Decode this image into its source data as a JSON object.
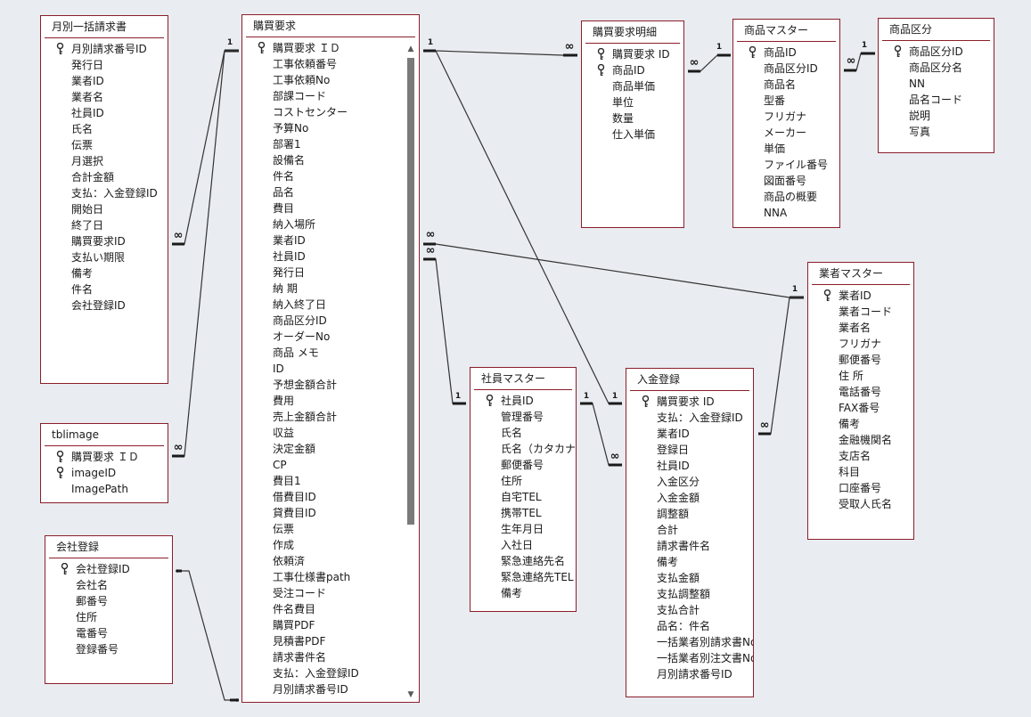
{
  "tables": [
    {
      "id": "monthly",
      "title": "月別一括請求書",
      "fields": [
        {
          "name": "月別請求番号ID",
          "key": true
        },
        {
          "name": "発行日"
        },
        {
          "name": "業者ID"
        },
        {
          "name": "業者名"
        },
        {
          "name": "社員ID"
        },
        {
          "name": "氏名"
        },
        {
          "name": "伝票"
        },
        {
          "name": "月選択"
        },
        {
          "name": "合計金額"
        },
        {
          "name": "支払：入金登録ID"
        },
        {
          "name": "開始日"
        },
        {
          "name": "終了日"
        },
        {
          "name": "購買要求ID"
        },
        {
          "name": "支払い期限"
        },
        {
          "name": "備考"
        },
        {
          "name": "件名"
        },
        {
          "name": "会社登録ID"
        }
      ]
    },
    {
      "id": "tblimage",
      "title": "tblimage",
      "fields": [
        {
          "name": "購買要求 ＩＤ",
          "key": true
        },
        {
          "name": "imageID",
          "key": true
        },
        {
          "name": "ImagePath"
        }
      ]
    },
    {
      "id": "company",
      "title": "会社登録",
      "fields": [
        {
          "name": "会社登録ID",
          "key": true
        },
        {
          "name": "会社名"
        },
        {
          "name": "郵番号"
        },
        {
          "name": "住所"
        },
        {
          "name": "電番号"
        },
        {
          "name": "登録番号"
        }
      ]
    },
    {
      "id": "purchase",
      "title": "購買要求",
      "fields": [
        {
          "name": "購買要求 ＩＤ",
          "key": true
        },
        {
          "name": "工事依頼番号"
        },
        {
          "name": "工事依頼No"
        },
        {
          "name": "部課コード"
        },
        {
          "name": "コストセンター"
        },
        {
          "name": "予算No"
        },
        {
          "name": "部署1"
        },
        {
          "name": "設備名"
        },
        {
          "name": "件名"
        },
        {
          "name": "品名"
        },
        {
          "name": "費目"
        },
        {
          "name": "納入場所"
        },
        {
          "name": "業者ID"
        },
        {
          "name": "社員ID"
        },
        {
          "name": "発行日"
        },
        {
          "name": "納 期"
        },
        {
          "name": "納入終了日"
        },
        {
          "name": "商品区分ID"
        },
        {
          "name": "オーダーNo"
        },
        {
          "name": "商品 メモ"
        },
        {
          "name": "ID"
        },
        {
          "name": "予想金額合計"
        },
        {
          "name": "費用"
        },
        {
          "name": "売上金額合計"
        },
        {
          "name": "収益"
        },
        {
          "name": "決定金額"
        },
        {
          "name": "CP"
        },
        {
          "name": "費目1"
        },
        {
          "name": "借費目ID"
        },
        {
          "name": "貸費目ID"
        },
        {
          "name": "伝票"
        },
        {
          "name": "作成"
        },
        {
          "name": "依頼済"
        },
        {
          "name": "工事仕様書path"
        },
        {
          "name": "受注コード"
        },
        {
          "name": "件名費目"
        },
        {
          "name": "購買PDF"
        },
        {
          "name": "見積書PDF"
        },
        {
          "name": "請求書件名"
        },
        {
          "name": "支払：入金登録ID"
        },
        {
          "name": "月別請求番号ID"
        }
      ]
    },
    {
      "id": "detail",
      "title": "購買要求明細",
      "fields": [
        {
          "name": "購買要求 ID",
          "key": true
        },
        {
          "name": "商品ID",
          "key": true
        },
        {
          "name": "商品単価"
        },
        {
          "name": "単位"
        },
        {
          "name": "数量"
        },
        {
          "name": "仕入単価"
        }
      ]
    },
    {
      "id": "product",
      "title": "商品マスター",
      "fields": [
        {
          "name": "商品ID",
          "key": true
        },
        {
          "name": "商品区分ID"
        },
        {
          "name": "商品名"
        },
        {
          "name": "型番"
        },
        {
          "name": "フリガナ"
        },
        {
          "name": "メーカー"
        },
        {
          "name": "単価"
        },
        {
          "name": "ファイル番号"
        },
        {
          "name": "図面番号"
        },
        {
          "name": "商品の概要"
        },
        {
          "name": "NNA"
        }
      ]
    },
    {
      "id": "category",
      "title": "商品区分",
      "fields": [
        {
          "name": "商品区分ID",
          "key": true
        },
        {
          "name": "商品区分名"
        },
        {
          "name": "NN"
        },
        {
          "name": "品名コード"
        },
        {
          "name": "説明"
        },
        {
          "name": "写真"
        }
      ]
    },
    {
      "id": "vendor",
      "title": "業者マスター",
      "fields": [
        {
          "name": "業者ID",
          "key": true
        },
        {
          "name": "業者コード"
        },
        {
          "name": "業者名"
        },
        {
          "name": "フリガナ"
        },
        {
          "name": "郵便番号"
        },
        {
          "name": "住 所"
        },
        {
          "name": "電話番号"
        },
        {
          "name": "FAX番号"
        },
        {
          "name": "備考"
        },
        {
          "name": "金融機関名"
        },
        {
          "name": "支店名"
        },
        {
          "name": "科目"
        },
        {
          "name": "口座番号"
        },
        {
          "name": "受取人氏名"
        }
      ]
    },
    {
      "id": "employee",
      "title": "社員マスター",
      "fields": [
        {
          "name": "社員ID",
          "key": true
        },
        {
          "name": "管理番号"
        },
        {
          "name": "氏名"
        },
        {
          "name": "氏名（カタカナ）"
        },
        {
          "name": "郵便番号"
        },
        {
          "name": "住所"
        },
        {
          "name": "自宅TEL"
        },
        {
          "name": "携帯TEL"
        },
        {
          "name": "生年月日"
        },
        {
          "name": "入社日"
        },
        {
          "name": "緊急連絡先名"
        },
        {
          "name": "緊急連絡先TEL"
        },
        {
          "name": "備考"
        }
      ]
    },
    {
      "id": "payment",
      "title": "入金登録",
      "fields": [
        {
          "name": "購買要求 ID",
          "key": true
        },
        {
          "name": "支払：入金登録ID"
        },
        {
          "name": "業者ID"
        },
        {
          "name": "登録日"
        },
        {
          "name": "社員ID"
        },
        {
          "name": "入金区分"
        },
        {
          "name": "入金金額"
        },
        {
          "name": "調整額"
        },
        {
          "name": "合計"
        },
        {
          "name": "請求書件名"
        },
        {
          "name": "備考"
        },
        {
          "name": "支払金額"
        },
        {
          "name": "支払調整額"
        },
        {
          "name": "支払合計"
        },
        {
          "name": "品名：件名"
        },
        {
          "name": "一括業者別請求書No"
        },
        {
          "name": "一括業者別注文書No"
        },
        {
          "name": "月別請求番号ID"
        }
      ]
    }
  ],
  "relationships": [
    {
      "from": "monthly",
      "to": "purchase",
      "from_card": "∞",
      "to_card": "1"
    },
    {
      "from": "tblimage",
      "to": "purchase",
      "from_card": "∞",
      "to_card": "1"
    },
    {
      "from": "company",
      "to": "purchase",
      "from_card": "",
      "to_card": ""
    },
    {
      "from": "purchase",
      "to": "detail",
      "from_card": "1",
      "to_card": "∞"
    },
    {
      "from": "detail",
      "to": "product",
      "from_card": "∞",
      "to_card": "1"
    },
    {
      "from": "product",
      "to": "category",
      "from_card": "∞",
      "to_card": "1"
    },
    {
      "from": "purchase",
      "to": "vendor",
      "from_card": "∞",
      "to_card": "1"
    },
    {
      "from": "purchase",
      "to": "employee",
      "from_card": "∞",
      "to_card": "1"
    },
    {
      "from": "purchase",
      "to": "payment",
      "from_card": "1",
      "to_card": "1"
    },
    {
      "from": "employee",
      "to": "payment",
      "from_card": "1",
      "to_card": "∞"
    },
    {
      "from": "payment",
      "to": "vendor",
      "from_card": "∞",
      "to_card": "1"
    }
  ],
  "colors": {
    "border": "#8b1e2b",
    "background": "#e9ecf0",
    "line": "#333333"
  }
}
